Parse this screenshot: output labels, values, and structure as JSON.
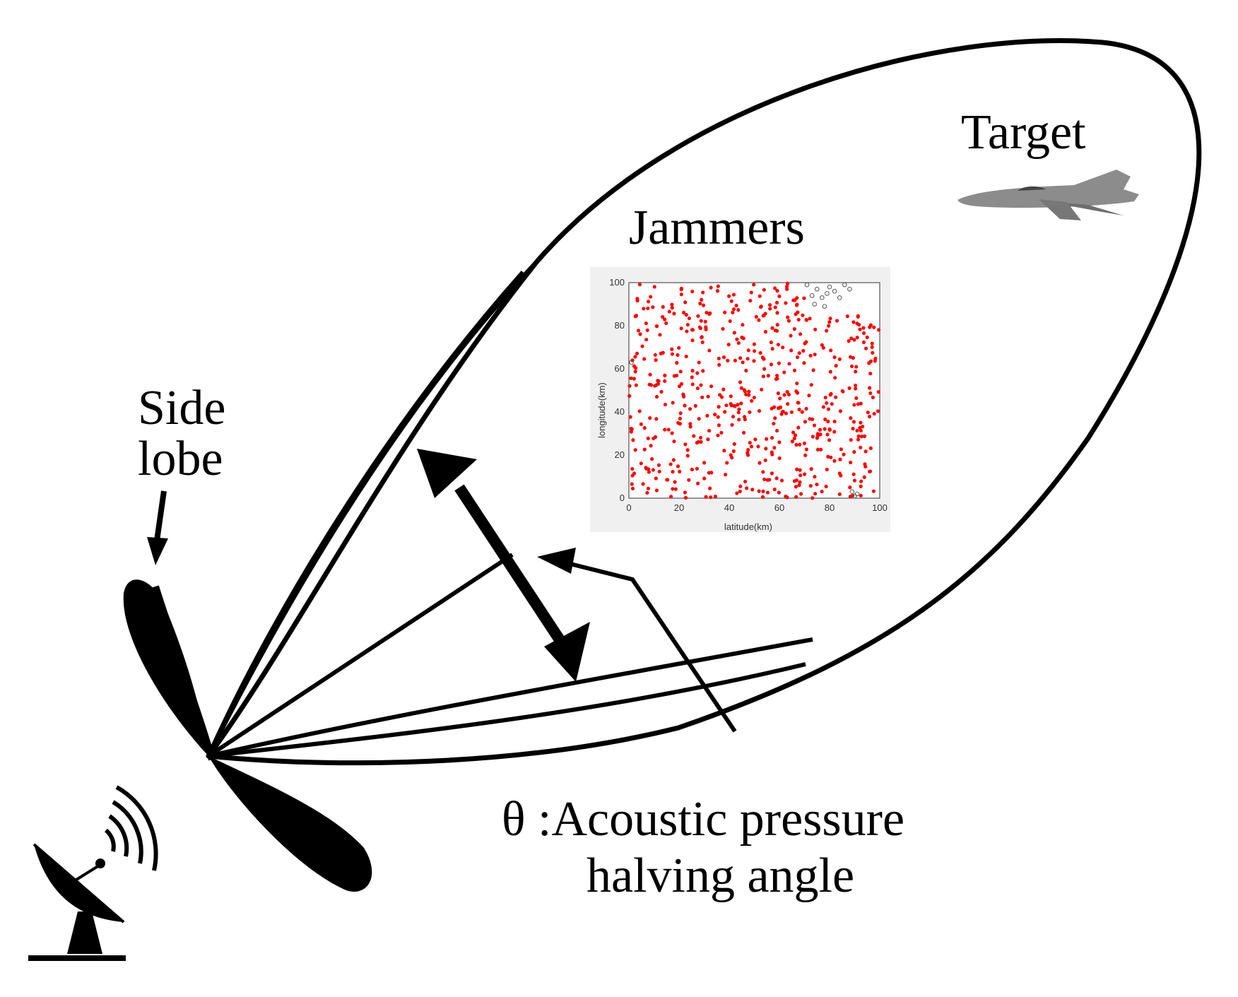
{
  "labels": {
    "target": "Target",
    "jammers": "Jammers",
    "side_lobe_line1": "Side",
    "side_lobe_line2": "lobe",
    "theta_line1": "θ :Acoustic pressure",
    "theta_line2": "halving angle"
  },
  "inset_plot": {
    "xlabel": "latitude(km)",
    "ylabel": "longitude(km)",
    "xticks": [
      "0",
      "20",
      "40",
      "60",
      "80",
      "100"
    ],
    "yticks": [
      "0",
      "20",
      "40",
      "60",
      "80",
      "100"
    ]
  },
  "chart_data": {
    "type": "scatter",
    "xlabel": "latitude(km)",
    "ylabel": "longitude(km)",
    "xlim": [
      0,
      100
    ],
    "ylim": [
      0,
      100
    ],
    "grid": false,
    "series": [
      {
        "marker": "filled-dot",
        "color": "#ff0000",
        "count_approx": 600,
        "distribution": "uniform over 0-100 x 0-100 km"
      },
      {
        "marker": "hollow-circle",
        "color": "#555555",
        "points": [
          [
            1,
            63
          ],
          [
            71,
            99
          ],
          [
            73,
            94
          ],
          [
            75,
            97
          ],
          [
            74,
            90
          ],
          [
            77,
            93
          ],
          [
            79,
            95
          ],
          [
            80,
            98
          ],
          [
            82,
            96
          ],
          [
            84,
            93
          ],
          [
            86,
            99
          ],
          [
            88,
            97
          ],
          [
            78,
            89
          ],
          [
            89,
            3
          ],
          [
            90,
            1
          ],
          [
            91,
            2
          ]
        ]
      }
    ]
  },
  "colors": {
    "jammer_point": "#ff0000",
    "outline": "#000000",
    "plot_frame_bg": "#f0f0f0"
  },
  "icons": {
    "radar": "radar-dish-icon",
    "target": "fighter-jet-icon"
  }
}
